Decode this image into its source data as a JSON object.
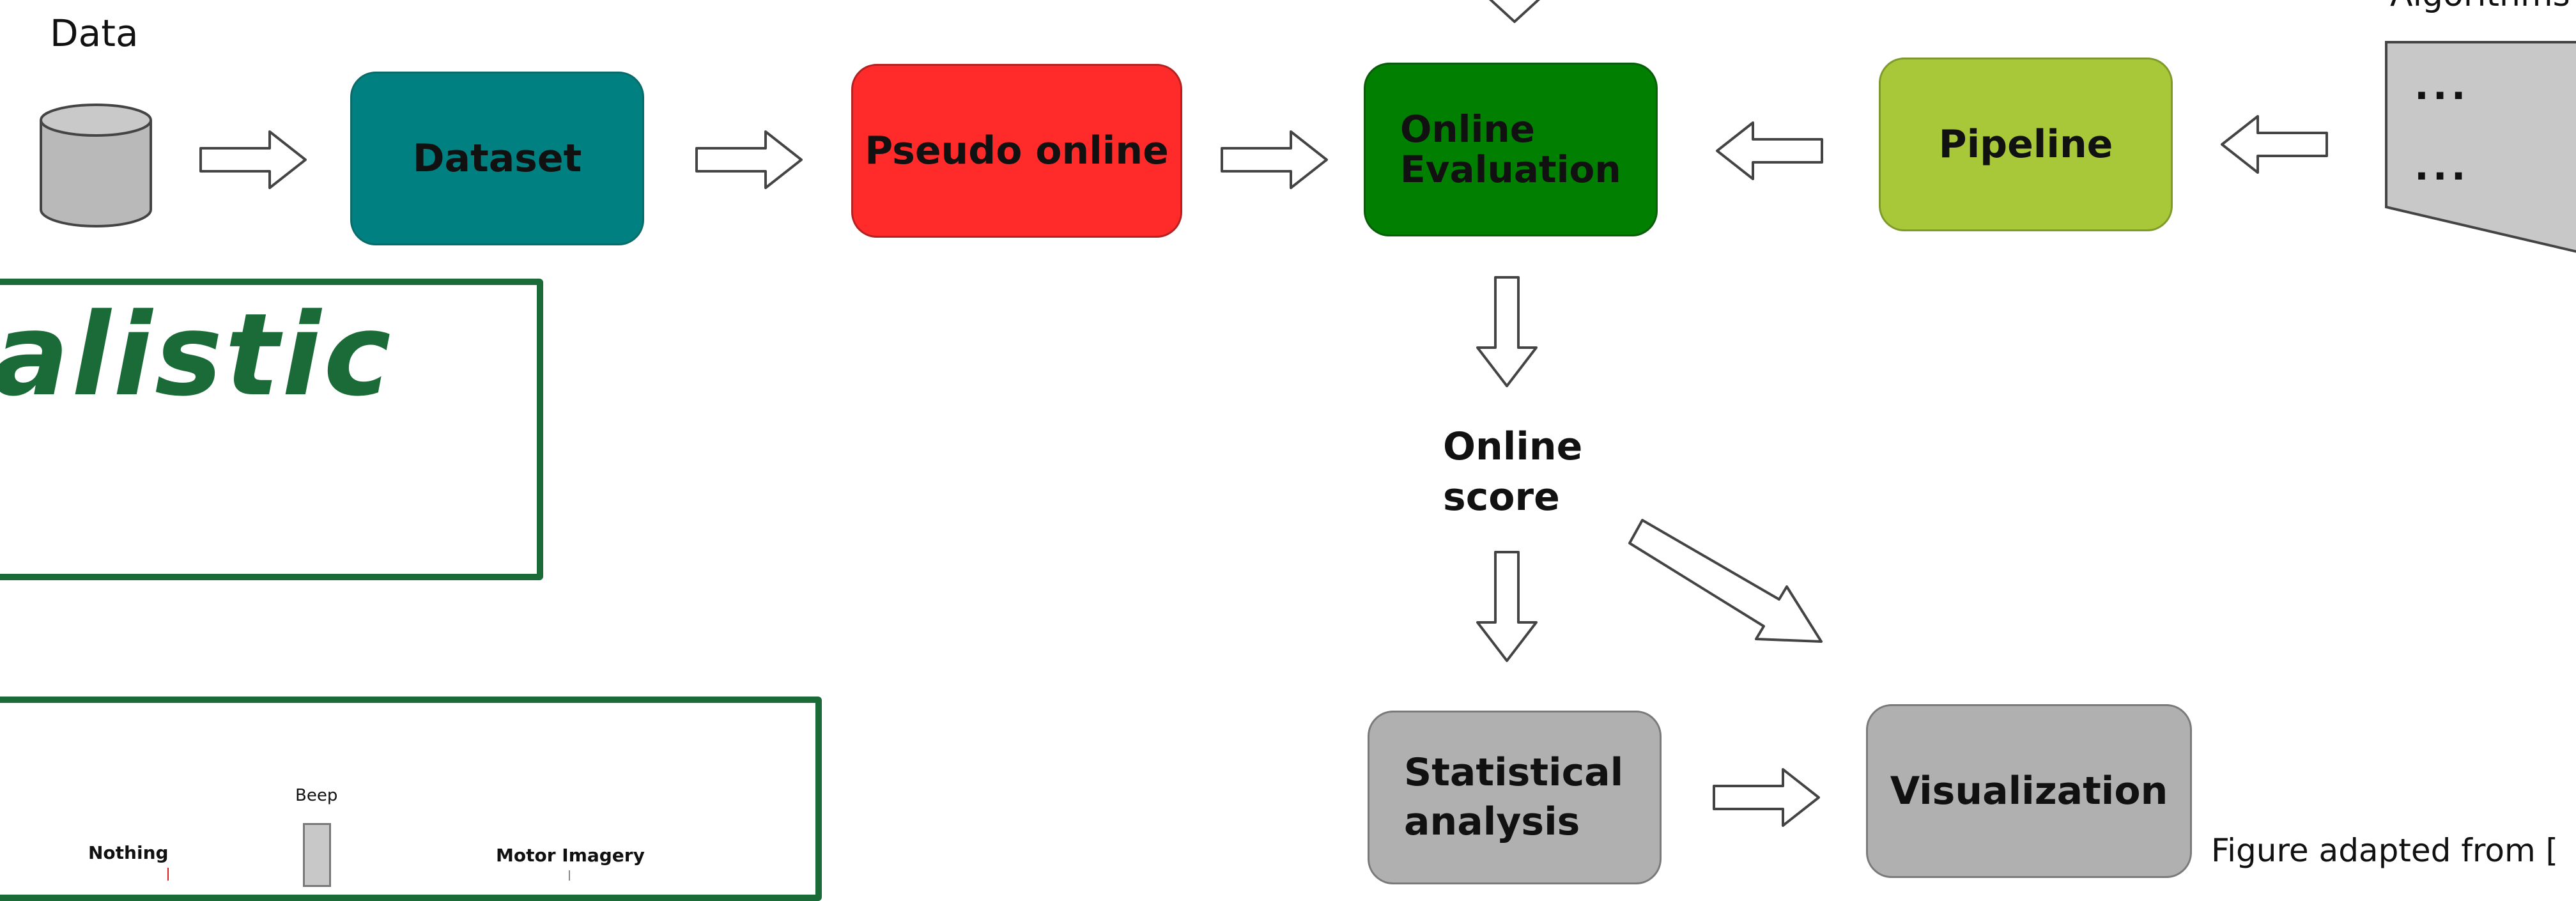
{
  "labels": {
    "data": "Data",
    "algorithms": "Algorithms",
    "online_score": "Online\nscore",
    "figure_caption": "Figure adapted from ["
  },
  "nodes": {
    "dataset": "Dataset",
    "pseudo_online": "Pseudo online",
    "online_evaluation": "Online\nEvaluation",
    "pipeline": "Pipeline",
    "statistical_analysis": "Statistical\nanalysis",
    "visualization": "Visualization"
  },
  "algorithms_card": {
    "row1": "...",
    "row2": "..."
  },
  "overlay": {
    "big_word": "alistic"
  },
  "thumbnail": {
    "nothing": "Nothing",
    "beep": "Beep",
    "motor_imagery": "Motor Imagery"
  },
  "colors": {
    "dataset": "#008080",
    "pseudo_online": "#ff2b2b",
    "online_evaluation": "#007f00",
    "pipeline": "#a8c83a",
    "statistical": "#b0b0b0",
    "frame_green": "#1a6b37"
  }
}
